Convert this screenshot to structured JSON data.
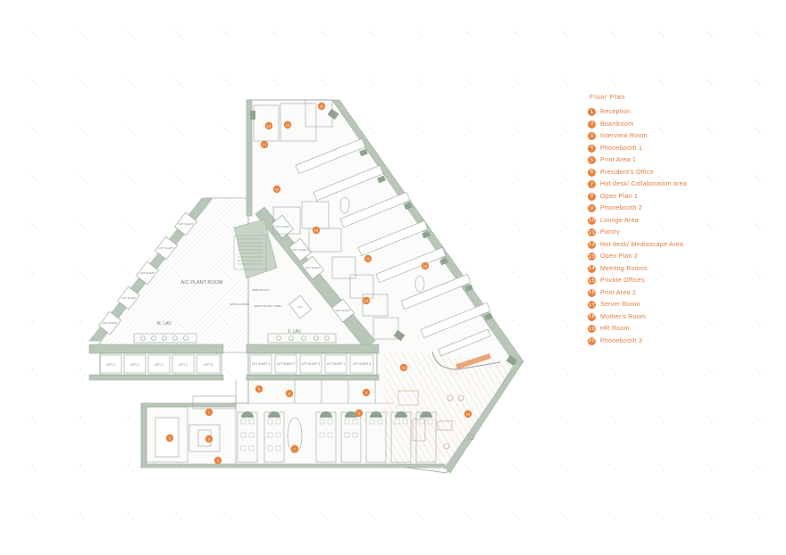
{
  "legend": {
    "title": "Floor Plan",
    "items": [
      {
        "n": "1",
        "label": "Reception"
      },
      {
        "n": "2",
        "label": "Boardroom"
      },
      {
        "n": "3",
        "label": "Interview Room"
      },
      {
        "n": "4",
        "label": "Phonebooth 1"
      },
      {
        "n": "5",
        "label": "Print Area 1"
      },
      {
        "n": "6",
        "label": "President's Office"
      },
      {
        "n": "7",
        "label": "Hot desk/ Collaboration area"
      },
      {
        "n": "8",
        "label": "Open Plan 1"
      },
      {
        "n": "9",
        "label": "Phonebooth 2"
      },
      {
        "n": "10",
        "label": "Lounge Area"
      },
      {
        "n": "11",
        "label": "Pantry"
      },
      {
        "n": "12",
        "label": "Hot desk/ Mediascape Area"
      },
      {
        "n": "13",
        "label": "Open Plan 2"
      },
      {
        "n": "14",
        "label": "Meeting Rooms"
      },
      {
        "n": "15",
        "label": "Private Offices"
      },
      {
        "n": "16",
        "label": "Print Area 2"
      },
      {
        "n": "17",
        "label": "Server Room"
      },
      {
        "n": "18",
        "label": "Mother's Room"
      },
      {
        "n": "19",
        "label": "HR Room"
      },
      {
        "n": "20",
        "label": "Phonebooth 3"
      }
    ]
  },
  "plan": {
    "ac_plant_room": "A/C PLANT ROOM",
    "m_lav": "M. LAV.",
    "f_lav": "F. LAV.",
    "lifts_left": [
      "LIFT 1",
      "LIFT 2",
      "LIFT 3",
      "LIFT 4",
      "LIFT 5"
    ],
    "lifts_right": [
      "LIFT SHAFT 1",
      "LIFT SHAFT 2",
      "LIFT SHAFT 3",
      "LIFT SHAFT 4",
      "LIFT SHAFT 5"
    ],
    "lift_shafts_left_diag": [
      "LIFT SHAFT",
      "LIFT SHAFT",
      "LIFT SHAFT",
      "LIFT SHAFT",
      "LIFT SHAFT"
    ],
    "lift_shafts_right_diag": [
      "LIFT SHAFT",
      "LIFT SHAFT",
      "LIFT SHAFT",
      "LIFT SHAFT",
      "LIFT SHAFT"
    ],
    "service_lift": "SERVICE LIFT",
    "switch_room": "SWITCH ROOM",
    "service_lift_lobby": "SERVICE LIFT LOBBY",
    "lift_small": "LIFT",
    "markers": [
      {
        "n": "1"
      },
      {
        "n": "2"
      },
      {
        "n": "3"
      },
      {
        "n": "4"
      },
      {
        "n": "5"
      },
      {
        "n": "6"
      },
      {
        "n": "7"
      },
      {
        "n": "8"
      },
      {
        "n": "9"
      },
      {
        "n": "10"
      },
      {
        "n": "11"
      },
      {
        "n": "12"
      },
      {
        "n": "13"
      },
      {
        "n": "14"
      },
      {
        "n": "15"
      },
      {
        "n": "16"
      },
      {
        "n": "17"
      },
      {
        "n": "18"
      },
      {
        "n": "19"
      },
      {
        "n": "20"
      }
    ]
  },
  "colors": {
    "wall": "#b9c7b9",
    "wall_dark": "#8fa391",
    "accent": "#e8843f",
    "line": "#9aa59c",
    "floor_wood": "#f3e5da"
  }
}
